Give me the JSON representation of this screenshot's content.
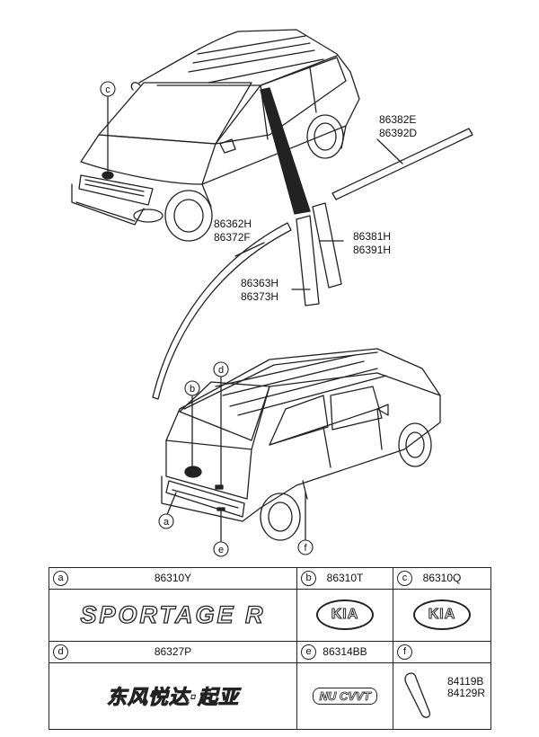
{
  "callouts": {
    "p86382E": "86382E",
    "p86392D": "86392D",
    "p86362H": "86362H",
    "p86372F": "86372F",
    "p86381H": "86381H",
    "p86391H": "86391H",
    "p86363H": "86363H",
    "p86373H": "86373H"
  },
  "markers": {
    "a": "a",
    "b": "b",
    "c": "c",
    "d": "d",
    "e": "e",
    "f": "f"
  },
  "table": {
    "a": {
      "letter": "a",
      "code": "86310Y",
      "emblem_text": "SPORTAGE R"
    },
    "b": {
      "letter": "b",
      "code": "86310T",
      "emblem_text": "KIA"
    },
    "c": {
      "letter": "c",
      "code": "86310Q",
      "emblem_text": "KIA"
    },
    "d": {
      "letter": "d",
      "code": "86327P",
      "emblem_text": "东风悦达·起亚"
    },
    "e": {
      "letter": "e",
      "code": "86314BB",
      "emblem_text": "NU CVVT"
    },
    "f": {
      "letter": "f",
      "code_1": "84119B",
      "code_2": "84129R"
    }
  },
  "colors": {
    "line": "#222222",
    "background": "#ffffff"
  }
}
